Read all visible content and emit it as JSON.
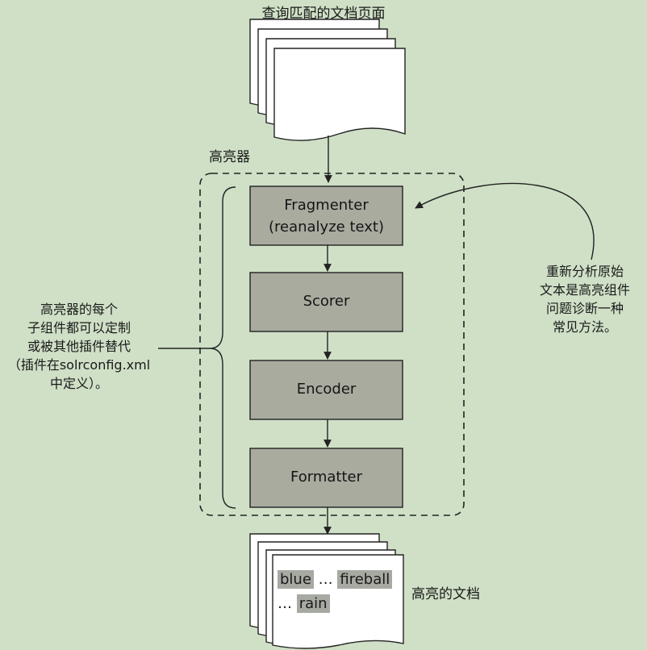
{
  "title_top": "查询匹配的文档页面",
  "highlighter_label": "高亮器",
  "stages": [
    {
      "line1": "Fragmenter",
      "line2": "(reanalyze text)"
    },
    {
      "line1": "Scorer",
      "line2": ""
    },
    {
      "line1": "Encoder",
      "line2": ""
    },
    {
      "line1": "Formatter",
      "line2": ""
    }
  ],
  "left_note": [
    "高亮器的每个",
    "子组件都可以定制",
    "或被其他插件替代",
    "（插件在solrconfig.xml",
    "中定义）。"
  ],
  "right_note": [
    "重新分析原始",
    "文本是高亮组件",
    "问题诊断一种",
    "常见方法。"
  ],
  "output_doc": {
    "line1_a": "blue",
    "line1_b": "…",
    "line1_c": "fireball",
    "line2_a": "…",
    "line2_b": "rain"
  },
  "output_label": "高亮的文档",
  "colors": {
    "background": "#cfe0c6",
    "box_fill": "#a9ab9f",
    "doc_fill": "#ffffff",
    "stroke": "#222222"
  }
}
